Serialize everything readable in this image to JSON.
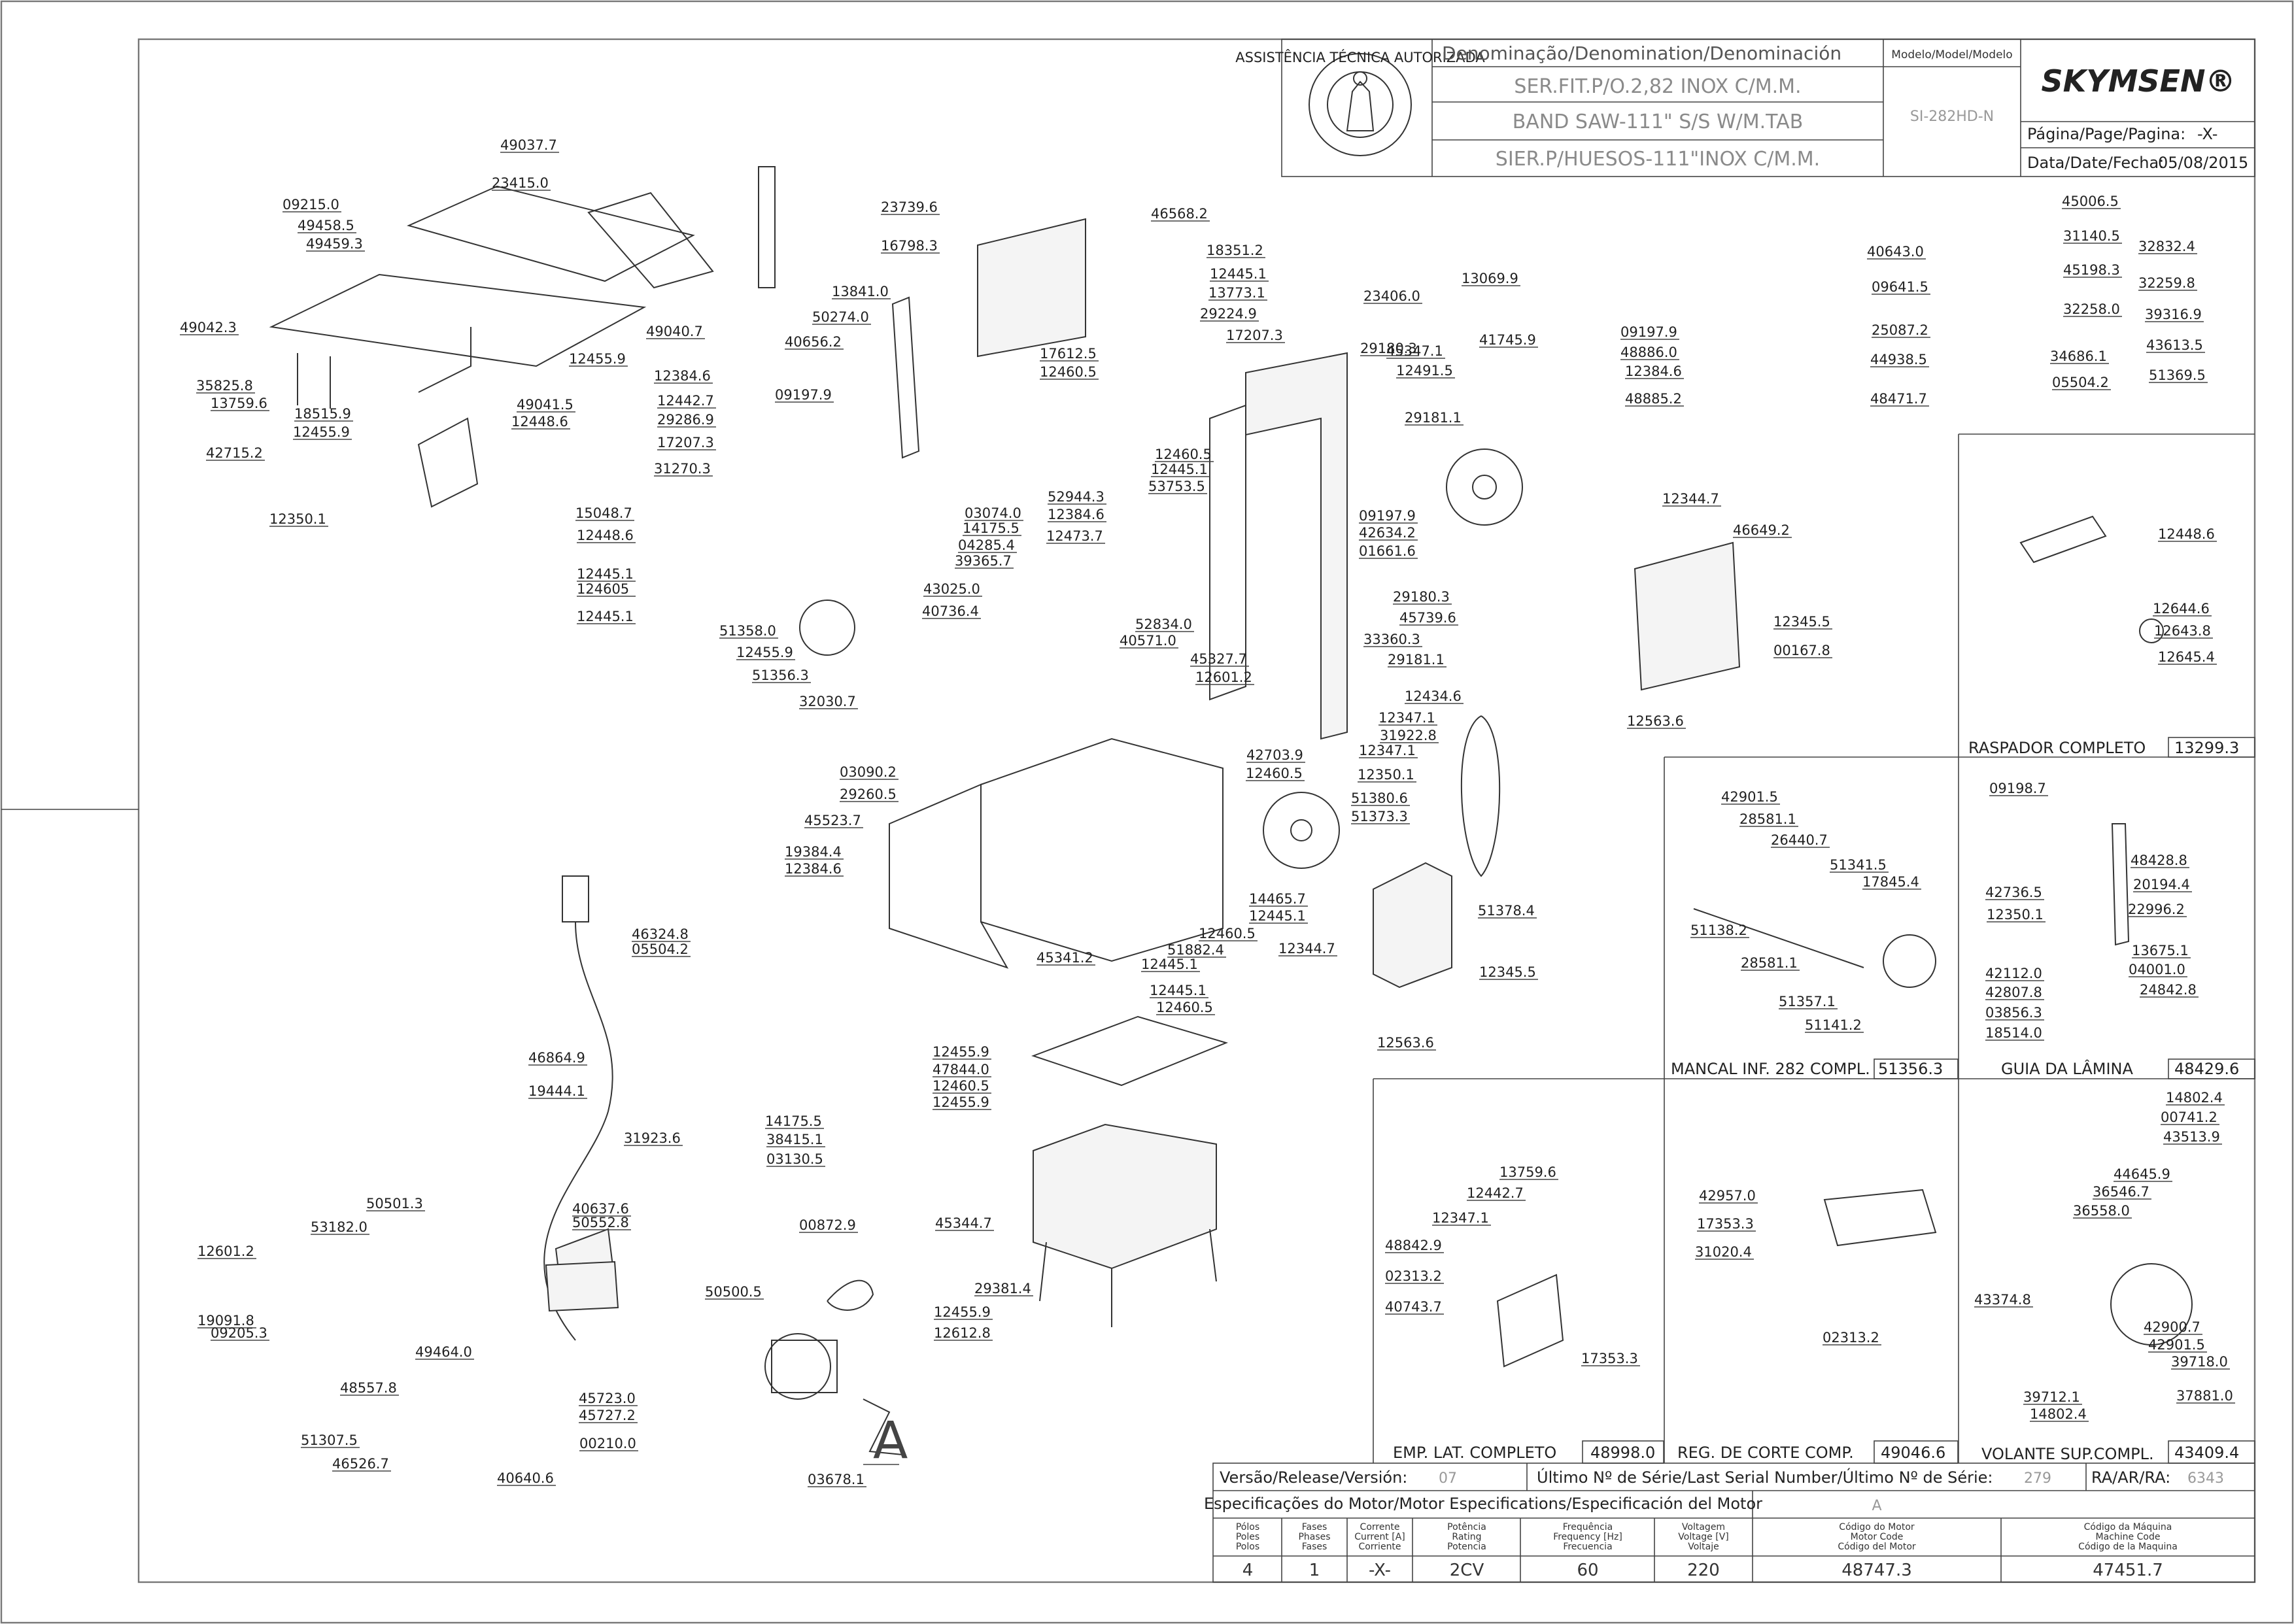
{
  "title_block": {
    "denomination_header": "Denominação/Denomination/Denominación",
    "denominations": [
      "SER.FIT.P/O.2,82 INOX C/M.M.",
      "BAND SAW-111\" S/S W/M.TAB",
      "SIER.P/HUESOS-111\"INOX C/M.M."
    ],
    "model_header": "Modelo/Model/Modelo",
    "model_value": "SI-282HD-N",
    "brand": "SKYMSEN®",
    "page_label": "Página/Page/Pagina:",
    "page_value": "-X-",
    "date_label": "Data/Date/Fecha:",
    "date_value": "05/08/2015",
    "seal_text": "ASSISTÊNCIA TÉCNICA AUTORIZADA"
  },
  "release": {
    "version_label": "Versão/Release/Versión:",
    "version_value": "07",
    "serial_label": "Último Nº de Série/Last Serial Number/Último Nº de Série:",
    "serial_value": "279",
    "ra_label": "RA/AR/RA:",
    "ra_value": "6343"
  },
  "motor_spec": {
    "header": "Especificações do Motor/Motor Especifications/Especificación del Motor",
    "code_letter": "A",
    "columns": [
      {
        "head": [
          "Pólos",
          "Poles",
          "Polos"
        ],
        "value": "4"
      },
      {
        "head": [
          "Fases",
          "Phases",
          "Fases"
        ],
        "value": "1"
      },
      {
        "head": [
          "Corrente",
          "Current [A]",
          "Corriente"
        ],
        "value": "-X-"
      },
      {
        "head": [
          "Potência",
          "Rating",
          "Potencia"
        ],
        "value": "2CV"
      },
      {
        "head": [
          "Frequência",
          "Frequency [Hz]",
          "Frecuencia"
        ],
        "value": "60"
      },
      {
        "head": [
          "Voltagem",
          "Voltage [V]",
          "Voltaje"
        ],
        "value": "220"
      },
      {
        "head": [
          "Código do Motor",
          "Motor Code",
          "Código del Motor"
        ],
        "value": "48747.3"
      },
      {
        "head": [
          "Código da Máquina",
          "Machine Code",
          "Código de la Maquina"
        ],
        "value": "47451.7"
      }
    ]
  },
  "sections": [
    {
      "name": "RASPADOR COMPLETO",
      "code": "13299.3"
    },
    {
      "name": "MANCAL INF. 282 COMPL.",
      "code": "51356.3"
    },
    {
      "name": "GUIA DA LÂMINA",
      "code": "48429.6"
    },
    {
      "name": "EMP. LAT. COMPLETO",
      "code": "48998.0"
    },
    {
      "name": "REG. DE CORTE COMP.",
      "code": "49046.6"
    },
    {
      "name": "VOLANTE SUP.COMPL.",
      "code": "43409.4"
    }
  ],
  "detail_marker": "A",
  "part_labels": [
    "49037.7",
    "23415.0",
    "09215.0",
    "49458.5",
    "49459.3",
    "49042.3",
    "49040.7",
    "12455.9",
    "35825.8",
    "13759.6",
    "18515.9",
    "12455.9",
    "49041.5",
    "12448.6",
    "42715.2",
    "12350.1",
    "12384.6",
    "12442.7",
    "29286.9",
    "17207.3",
    "31270.3",
    "15048.7",
    "12448.6",
    "12445.1",
    "124605",
    "12445.1",
    "23739.6",
    "16798.3",
    "46568.2",
    "13841.0",
    "50274.0",
    "40656.2",
    "09197.9",
    "51358.0",
    "12455.9",
    "51356.3",
    "32030.7",
    "18351.2",
    "12445.1",
    "13773.1",
    "29224.9",
    "17207.3",
    "17612.5",
    "12460.5",
    "23406.0",
    "45347.1",
    "29180.3",
    "12491.5",
    "29181.1",
    "12460.5",
    "12445.1",
    "53753.5",
    "52944.3",
    "12384.6",
    "12473.7",
    "03074.0",
    "14175.5",
    "04285.4",
    "39365.7",
    "43025.0",
    "40736.4",
    "52834.0",
    "40571.0",
    "09197.9",
    "42634.2",
    "01661.6",
    "29180.3",
    "45739.6",
    "33360.3",
    "29181.1",
    "45327.7",
    "12601.2",
    "12434.6",
    "12347.1",
    "31922.8",
    "42703.9",
    "12460.5",
    "12347.1",
    "12350.1",
    "13069.9",
    "41745.9",
    "09197.9",
    "48886.0",
    "12384.6",
    "48885.2",
    "12344.7",
    "46649.2",
    "12345.5",
    "00167.8",
    "12563.6",
    "03090.2",
    "29260.5",
    "45523.7",
    "19384.4",
    "12384.6",
    "51380.6",
    "51373.3",
    "14465.7",
    "12445.1",
    "12460.5",
    "51882.4",
    "12445.1",
    "45341.2",
    "51378.4",
    "12344.7",
    "12345.5",
    "12563.6",
    "12445.1",
    "12460.5",
    "12455.9",
    "47844.0",
    "12460.5",
    "12455.9",
    "45344.7",
    "29381.4",
    "14175.5",
    "38415.1",
    "03130.5",
    "00872.9",
    "46324.8",
    "05504.2",
    "46864.9",
    "19444.1",
    "31923.6",
    "50501.3",
    "40637.6",
    "50552.8",
    "53182.0",
    "12601.2",
    "19091.8",
    "09205.3",
    "49464.0",
    "48557.8",
    "45723.0",
    "45727.2",
    "51307.5",
    "46526.7",
    "40640.6",
    "00210.0",
    "50500.5",
    "12455.9",
    "12612.8",
    "03678.1",
    "40643.0",
    "09641.5",
    "25087.2",
    "44938.5",
    "48471.7",
    "45006.5",
    "31140.5",
    "45198.3",
    "32258.0",
    "34686.1",
    "05504.2",
    "32832.4",
    "32259.8",
    "39316.9",
    "43613.5",
    "51369.5",
    "12448.6",
    "12644.6",
    "12643.8",
    "12645.4",
    "42901.5",
    "28581.1",
    "26440.7",
    "51341.5",
    "17845.4",
    "51138.2",
    "28581.1",
    "51357.1",
    "51141.2",
    "09198.7",
    "48428.8",
    "20194.4",
    "22996.2",
    "42736.5",
    "12350.1",
    "13675.1",
    "42112.0",
    "04001.0",
    "42807.8",
    "24842.8",
    "03856.3",
    "18514.0",
    "13759.6",
    "12442.7",
    "12347.1",
    "48842.9",
    "02313.2",
    "40743.7",
    "17353.3",
    "42957.0",
    "17353.3",
    "31020.4",
    "02313.2",
    "14802.4",
    "00741.2",
    "43513.9",
    "44645.9",
    "36546.7",
    "36558.0",
    "43374.8",
    "42900.7",
    "42901.5",
    "39718.0",
    "39712.1",
    "14802.4",
    "37881.0"
  ]
}
